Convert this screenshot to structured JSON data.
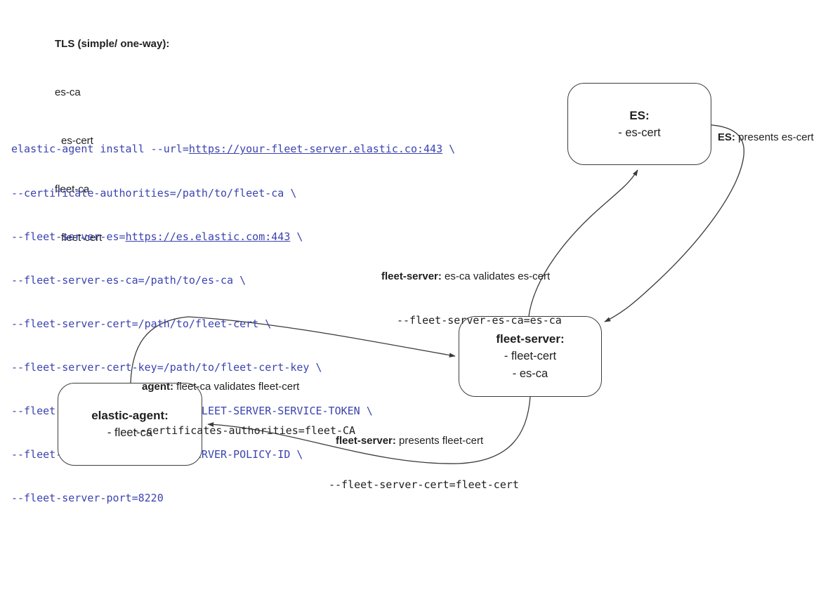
{
  "legend": {
    "title": "TLS (simple/ one-way):",
    "items": [
      "es-ca",
      "es-cert",
      "fleet-ca",
      "fleet-cert"
    ]
  },
  "command": {
    "l1a": "elastic-agent install --url=",
    "l1b": "https://your-fleet-server.elastic.co:443",
    "l1c": " \\",
    "l2": "--certificate-authorities=/path/to/fleet-ca \\",
    "l3a": "--fleet-server-es=",
    "l3b": "https://es.elastic.com:443",
    "l3c": " \\",
    "l4": "--fleet-server-es-ca=/path/to/es-ca \\",
    "l5": "--fleet-server-cert=/path/to/fleet-cert \\",
    "l6": "--fleet-server-cert-key=/path/to/fleet-cert-key \\",
    "l7": "--fleet-server-service-token=FLEET-SERVER-SERVICE-TOKEN \\",
    "l8": "--fleet-server-policy=FLEET-SERVER-POLICY-ID \\",
    "l9": "--fleet-server-port=8220"
  },
  "nodes": {
    "es": {
      "title": "ES:",
      "items": [
        "- es-cert"
      ]
    },
    "fleet_server": {
      "title": "fleet-server:",
      "items": [
        "- fleet-cert",
        "- es-ca"
      ]
    },
    "elastic_agent": {
      "title": "elastic-agent:",
      "items": [
        "- fleet-ca"
      ]
    }
  },
  "edges": {
    "es_presents": {
      "bold": "ES:",
      "text": " presents es-cert"
    },
    "fleet_validates": {
      "bold": "fleet-server:",
      "text": " es-ca validates es-cert",
      "code": "--fleet-server-es-ca=es-ca"
    },
    "agent_validates": {
      "bold": "agent:",
      "text": " fleet-ca validates fleet-cert",
      "code": "--certificates-authorities=fleet-CA"
    },
    "fleet_presents": {
      "bold": "fleet-server:",
      "text": " presents fleet-cert",
      "code": "--fleet-server-cert=fleet-cert"
    }
  },
  "colors": {
    "code_blue": "#3b43b0",
    "ink": "#1f1f1f",
    "wire": "#3a3a3a",
    "background": "#ffffff"
  }
}
